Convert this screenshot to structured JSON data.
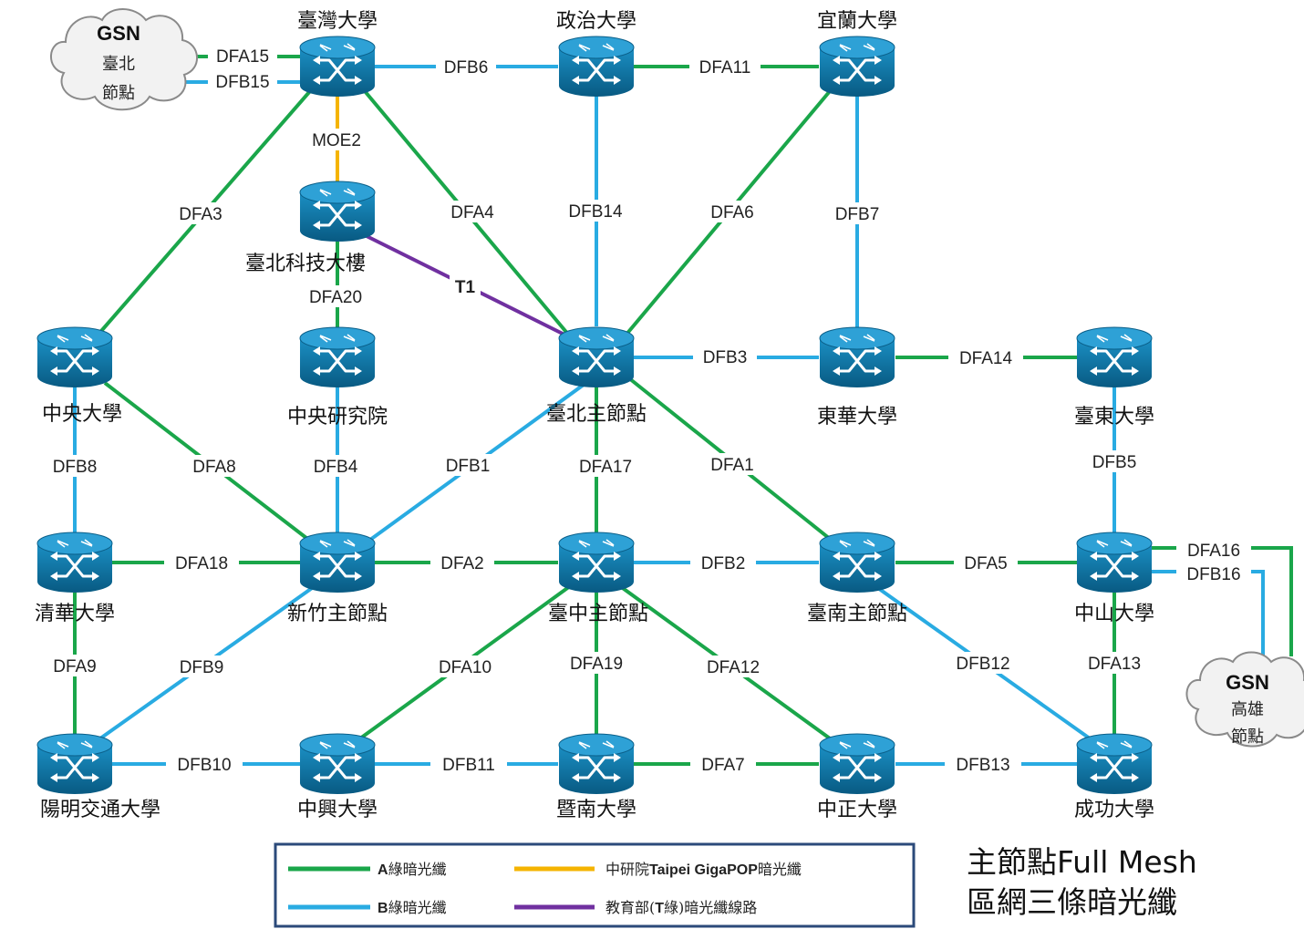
{
  "colors": {
    "A": "#1aa64a",
    "B": "#29abe2",
    "MOE": "#f5b400",
    "T": "#7030a0",
    "router": "#0b6e9c"
  },
  "clouds": [
    {
      "id": "gsn_taipei",
      "title": "GSN",
      "line1": "臺北",
      "line2": "節點"
    },
    {
      "id": "gsn_kaohsiung",
      "title": "GSN",
      "line1": "高雄",
      "line2": "節點"
    }
  ],
  "nodes": [
    {
      "id": "ntu",
      "label": "臺灣大學"
    },
    {
      "id": "nccu",
      "label": "政治大學"
    },
    {
      "id": "niu",
      "label": "宜蘭大學"
    },
    {
      "id": "tpkj",
      "label": "臺北科技大樓"
    },
    {
      "id": "ncu",
      "label": "中央大學"
    },
    {
      "id": "as",
      "label": "中央研究院"
    },
    {
      "id": "tpmain",
      "label": "臺北主節點"
    },
    {
      "id": "ndhu",
      "label": "東華大學"
    },
    {
      "id": "nttu",
      "label": "臺東大學"
    },
    {
      "id": "nthu",
      "label": "清華大學"
    },
    {
      "id": "hcmain",
      "label": "新竹主節點"
    },
    {
      "id": "tcmain",
      "label": "臺中主節點"
    },
    {
      "id": "tnmain",
      "label": "臺南主節點"
    },
    {
      "id": "nsysu",
      "label": "中山大學"
    },
    {
      "id": "nycu",
      "label": "陽明交通大學"
    },
    {
      "id": "nchu",
      "label": "中興大學"
    },
    {
      "id": "ncnu",
      "label": "暨南大學"
    },
    {
      "id": "ccu",
      "label": "中正大學"
    },
    {
      "id": "ncku",
      "label": "成功大學"
    }
  ],
  "links": [
    {
      "from": "gsn_taipei",
      "to": "ntu",
      "type": "A",
      "label": "DFA15"
    },
    {
      "from": "gsn_taipei",
      "to": "ntu",
      "type": "B",
      "label": "DFB15"
    },
    {
      "from": "ntu",
      "to": "nccu",
      "type": "B",
      "label": "DFB6"
    },
    {
      "from": "nccu",
      "to": "niu",
      "type": "A",
      "label": "DFA11"
    },
    {
      "from": "ntu",
      "to": "tpkj",
      "type": "MOE",
      "label": "MOE2"
    },
    {
      "from": "ntu",
      "to": "ncu",
      "type": "A",
      "label": "DFA3"
    },
    {
      "from": "ntu",
      "to": "tpmain",
      "type": "A",
      "label": "DFA4"
    },
    {
      "from": "nccu",
      "to": "tpmain",
      "type": "B",
      "label": "DFB14"
    },
    {
      "from": "niu",
      "to": "tpmain",
      "type": "A",
      "label": "DFA6"
    },
    {
      "from": "niu",
      "to": "ndhu",
      "type": "B",
      "label": "DFB7"
    },
    {
      "from": "tpkj",
      "to": "tpmain",
      "type": "T",
      "label": "T1"
    },
    {
      "from": "tpkj",
      "to": "as",
      "type": "A",
      "label": "DFA20"
    },
    {
      "from": "tpmain",
      "to": "ndhu",
      "type": "B",
      "label": "DFB3"
    },
    {
      "from": "ndhu",
      "to": "nttu",
      "type": "A",
      "label": "DFA14"
    },
    {
      "from": "ncu",
      "to": "nthu",
      "type": "B",
      "label": "DFB8"
    },
    {
      "from": "ncu",
      "to": "hcmain",
      "type": "A",
      "label": "DFA8"
    },
    {
      "from": "as",
      "to": "hcmain",
      "type": "B",
      "label": "DFB4"
    },
    {
      "from": "tpmain",
      "to": "hcmain",
      "type": "B",
      "label": "DFB1"
    },
    {
      "from": "tpmain",
      "to": "tcmain",
      "type": "A",
      "label": "DFA17"
    },
    {
      "from": "tpmain",
      "to": "tnmain",
      "type": "A",
      "label": "DFA1"
    },
    {
      "from": "nttu",
      "to": "nsysu",
      "type": "B",
      "label": "DFB5"
    },
    {
      "from": "nthu",
      "to": "hcmain",
      "type": "A",
      "label": "DFA18"
    },
    {
      "from": "hcmain",
      "to": "tcmain",
      "type": "A",
      "label": "DFA2"
    },
    {
      "from": "tcmain",
      "to": "tnmain",
      "type": "B",
      "label": "DFB2"
    },
    {
      "from": "tnmain",
      "to": "nsysu",
      "type": "A",
      "label": "DFA5"
    },
    {
      "from": "nsysu",
      "to": "gsn_kaohsiung",
      "type": "A",
      "label": "DFA16"
    },
    {
      "from": "nsysu",
      "to": "gsn_kaohsiung",
      "type": "B",
      "label": "DFB16"
    },
    {
      "from": "nthu",
      "to": "nycu",
      "type": "A",
      "label": "DFA9"
    },
    {
      "from": "hcmain",
      "to": "nycu",
      "type": "B",
      "label": "DFB9"
    },
    {
      "from": "tcmain",
      "to": "nchu",
      "type": "A",
      "label": "DFA10"
    },
    {
      "from": "tcmain",
      "to": "ncnu",
      "type": "A",
      "label": "DFA19"
    },
    {
      "from": "tcmain",
      "to": "ccu",
      "type": "A",
      "label": "DFA12"
    },
    {
      "from": "tnmain",
      "to": "ncku",
      "type": "B",
      "label": "DFB12"
    },
    {
      "from": "nsysu",
      "to": "ncku",
      "type": "A",
      "label": "DFA13"
    },
    {
      "from": "nycu",
      "to": "nchu",
      "type": "B",
      "label": "DFB10"
    },
    {
      "from": "nchu",
      "to": "ncnu",
      "type": "B",
      "label": "DFB11"
    },
    {
      "from": "ncnu",
      "to": "ccu",
      "type": "A",
      "label": "DFA7"
    },
    {
      "from": "ccu",
      "to": "ncku",
      "type": "B",
      "label": "DFB13"
    }
  ],
  "legend": [
    {
      "type": "A",
      "bold": "A",
      "rest": "綠暗光纖"
    },
    {
      "type": "MOE",
      "pre": "中研院",
      "bold": "Taipei GigaPOP",
      "rest": "暗光纖"
    },
    {
      "type": "B",
      "bold": "B",
      "rest": "綠暗光纖"
    },
    {
      "type": "T",
      "pre": "教育部(",
      "bold": "T",
      "rest": "綠)暗光纖線路"
    }
  ],
  "note": {
    "line1": "主節點Full Mesh",
    "line2": "區網三條暗光纖"
  }
}
